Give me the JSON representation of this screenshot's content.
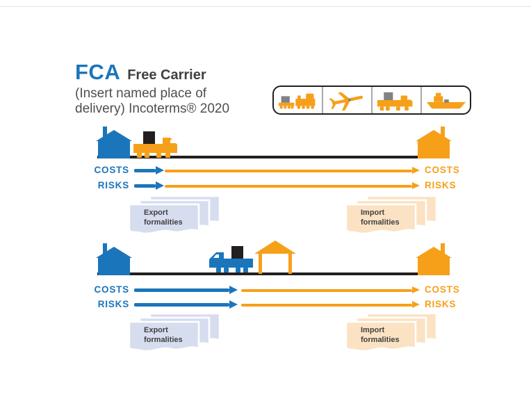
{
  "header": {
    "code": "FCA",
    "name": "Free Carrier",
    "subtitle": "(Insert named place of\ndelivery) Incoterms® 2020"
  },
  "transport_modes": {
    "items": [
      {
        "id": "rail",
        "icon": "train-icon"
      },
      {
        "id": "air",
        "icon": "plane-icon"
      },
      {
        "id": "road",
        "icon": "truck-icon"
      },
      {
        "id": "sea",
        "icon": "ship-icon"
      }
    ]
  },
  "colors": {
    "blue": "#1b75bb",
    "orange": "#f6a01a",
    "dark_text": "#414042",
    "ground": "#231f20",
    "cargo_gray": "#808285",
    "paper_blue": "#d6ddee",
    "paper_orange": "#fbe2c3"
  },
  "diagrams": [
    {
      "costs_left": "COSTS",
      "risks_left": "RISKS",
      "costs_right": "COSTS",
      "risks_right": "RISKS",
      "export_formalities": "Export\nformalities",
      "import_formalities": "Import\nformalities"
    },
    {
      "costs_left": "COSTS",
      "risks_left": "RISKS",
      "costs_right": "COSTS",
      "risks_right": "RISKS",
      "export_formalities": "Export\nformalities",
      "import_formalities": "Import\nformalities"
    }
  ]
}
